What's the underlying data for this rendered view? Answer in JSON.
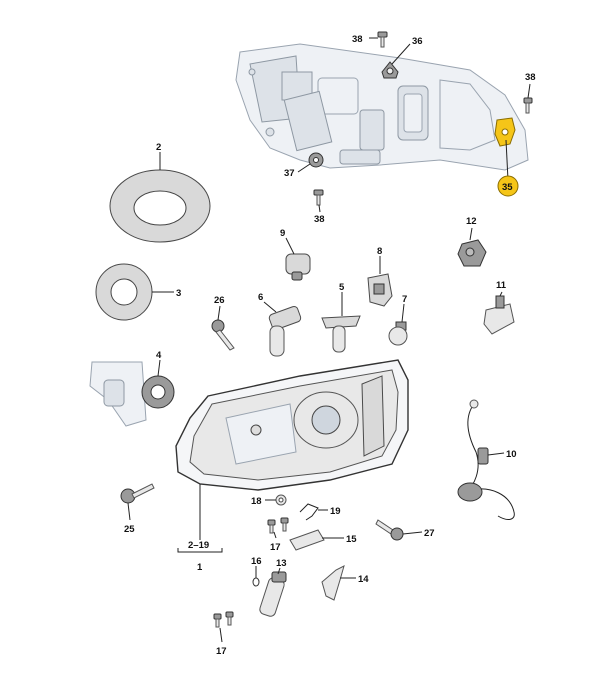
{
  "callouts": {
    "c38a": "38",
    "c36": "36",
    "c38b": "38",
    "c35": "35",
    "c37": "37",
    "c38c": "38",
    "c2": "2",
    "c12": "12",
    "c9": "9",
    "c8": "8",
    "c3": "3",
    "c26": "26",
    "c6": "6",
    "c5": "5",
    "c7": "7",
    "c11": "11",
    "c4": "4",
    "c10": "10",
    "c25": "25",
    "c18": "18",
    "c19": "19",
    "c17a": "17",
    "c15": "15",
    "c27": "27",
    "c219": "2–19",
    "c1": "1",
    "c16": "16",
    "c13": "13",
    "c14": "14",
    "c17b": "17"
  },
  "colors": {
    "highlight": "#f5c518",
    "highlight_stroke": "#8a6d00"
  }
}
